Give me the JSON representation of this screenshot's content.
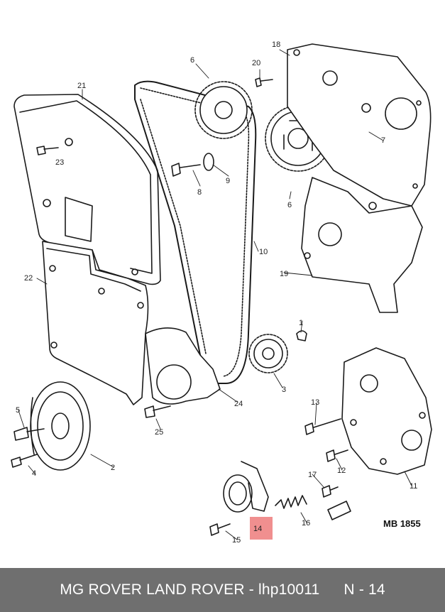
{
  "diagram": {
    "reference_code": "MB 1855",
    "highlight_color": "#f08f8f",
    "callouts": [
      {
        "id": "c1",
        "label": "1"
      },
      {
        "id": "c2",
        "label": "2"
      },
      {
        "id": "c3",
        "label": "3"
      },
      {
        "id": "c4",
        "label": "4"
      },
      {
        "id": "c5",
        "label": "5"
      },
      {
        "id": "c6a",
        "label": "6"
      },
      {
        "id": "c6b",
        "label": "6"
      },
      {
        "id": "c7",
        "label": "7"
      },
      {
        "id": "c8",
        "label": "8"
      },
      {
        "id": "c9",
        "label": "9"
      },
      {
        "id": "c10",
        "label": "10"
      },
      {
        "id": "c11",
        "label": "11"
      },
      {
        "id": "c12",
        "label": "12"
      },
      {
        "id": "c13",
        "label": "13"
      },
      {
        "id": "c14",
        "label": "14"
      },
      {
        "id": "c15",
        "label": "15"
      },
      {
        "id": "c16",
        "label": "16"
      },
      {
        "id": "c17",
        "label": "17"
      },
      {
        "id": "c18",
        "label": "18"
      },
      {
        "id": "c19",
        "label": "19"
      },
      {
        "id": "c20",
        "label": "20"
      },
      {
        "id": "c21",
        "label": "21"
      },
      {
        "id": "c22",
        "label": "22"
      },
      {
        "id": "c23",
        "label": "23"
      },
      {
        "id": "c24",
        "label": "24"
      },
      {
        "id": "c25",
        "label": "25"
      }
    ]
  },
  "footer": {
    "brands_part": "MG ROVER LAND ROVER - lhp10011",
    "position": "N - 14"
  }
}
